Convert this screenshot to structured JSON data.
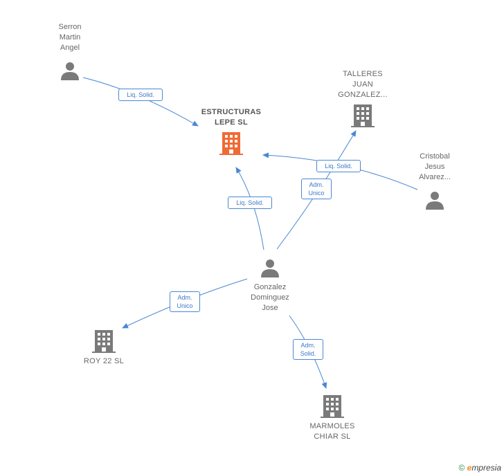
{
  "nodes": {
    "serron": {
      "label": "Serron\nMartin\nAngel",
      "type": "person"
    },
    "estructuras": {
      "label": "ESTRUCTURAS\nLEPE SL",
      "type": "company-focus"
    },
    "talleres": {
      "label": "TALLERES\nJUAN\nGONZALEZ...",
      "type": "company"
    },
    "cristobal": {
      "label": "Cristobal\nJesus\nAlvarez...",
      "type": "person"
    },
    "gonzalez": {
      "label": "Gonzalez\nDominguez\nJose",
      "type": "person"
    },
    "roy": {
      "label": "ROY 22 SL",
      "type": "company"
    },
    "marmoles": {
      "label": "MARMOLES\nCHIAR SL",
      "type": "company"
    }
  },
  "edges": {
    "serron_estructuras": "Liq. Solid.",
    "cristobal_estructuras": "Liq. Solid.",
    "gonzalez_estructuras": "Liq. Solid.",
    "gonzalez_talleres": "Adm.\nUnico",
    "gonzalez_roy": "Adm.\nUnico",
    "gonzalez_marmoles": "Adm.\nSolid."
  },
  "colors": {
    "edge": "#4a87d4",
    "person": "#7a7a7a",
    "company": "#7a7a7a",
    "focus": "#f06a35"
  },
  "footer": {
    "copyright": "©",
    "brand_first": "e",
    "brand_rest": "mpresia"
  }
}
